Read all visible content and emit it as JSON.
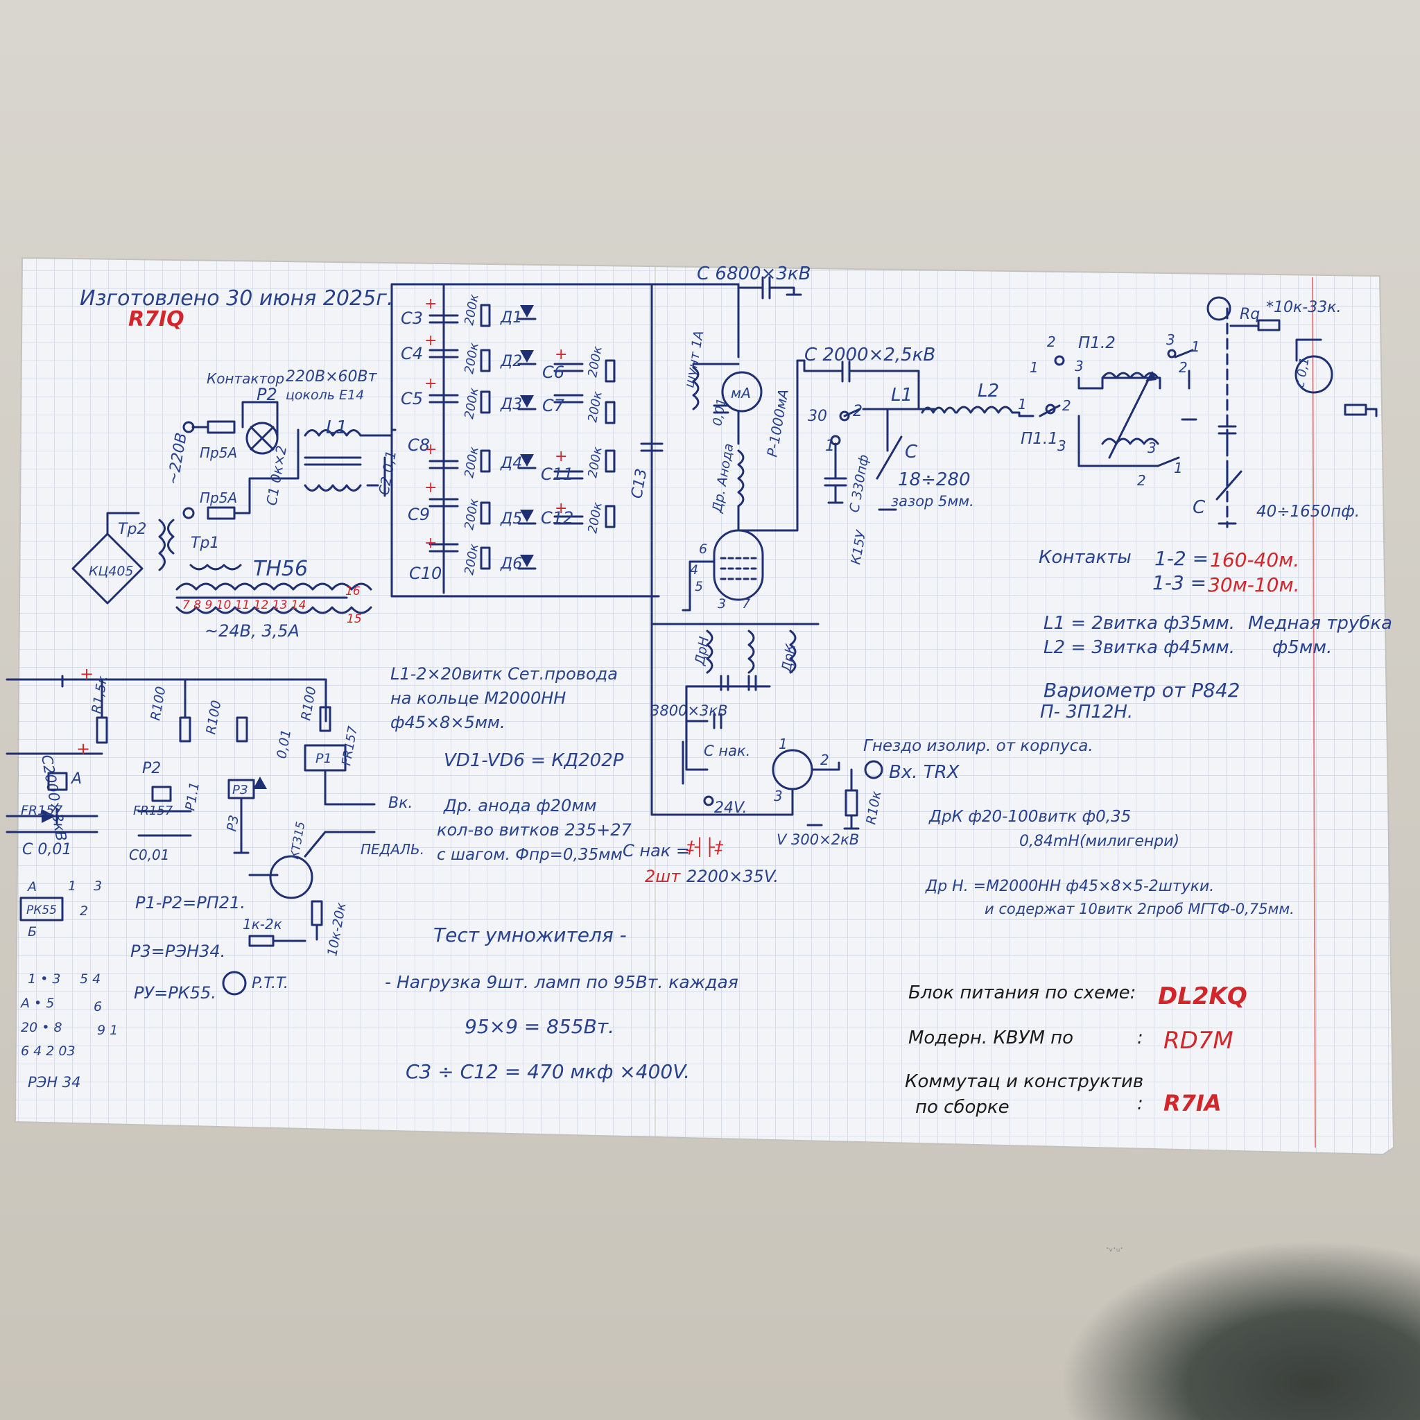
{
  "header": {
    "made_on": "Изготовлено 30 июня 2025г.",
    "author_call": "R7IQ"
  },
  "labels": {
    "contactor": "Контактор",
    "p2": "Р2",
    "lamp": "220В×60Вт",
    "socket": "цоколь Е14",
    "mains": "~220В",
    "fuse1": "Пр5А",
    "fuse2": "Пр5А",
    "tr2": "Тр2",
    "tr1": "Тр1",
    "bridge": "КЦ405",
    "transformer": "ТН56",
    "ac_out": "~24В, 3,5А",
    "c1": "С1 0к×2",
    "l1": "L1",
    "c2": "С2 0,1",
    "c3": "С3",
    "c4": "С4",
    "c5": "С5",
    "c8": "С8",
    "c9": "С9",
    "c10": "С10",
    "c6": "С6",
    "c7": "С7",
    "c11": "С11",
    "c12": "С12",
    "d1": "Д1",
    "d2": "Д2",
    "d3": "Д3",
    "d4": "Д4",
    "d5": "Д5",
    "d6": "Д6",
    "r200k": "200к",
    "c13": "С13",
    "c_top": "С 6800×3кВ",
    "shunt": "шунт 1А",
    "meter": "мА",
    "meter_cap": "0,01",
    "meter_range": "Р-1000мА",
    "anode_choke": "Др. Анода",
    "c_out": "С 2000×2,5кВ",
    "pos30": "30",
    "pos1": "1",
    "pos2": "2",
    "out_l1": "L1",
    "out_l2": "L2",
    "c_var": "С",
    "c_var_range": "18÷280",
    "c_var_gap": "зазор 5мм.",
    "c330": "С 330пф",
    "k15u": "К15У",
    "sw_p12": "П1.2",
    "sw_p11": "П1.1",
    "n1": "1",
    "n2": "2",
    "n3": "3",
    "c_load": "С",
    "c_load_range": "40÷1650пф.",
    "rq": "Rq",
    "r_trim": "*10к-33к.",
    "c_small": "с 0,1",
    "contacts_title": "Контакты",
    "contacts_12_prefix": "1-2 =",
    "contacts_12": "160-40м.",
    "contacts_13_prefix": "1-3 =",
    "contacts_13": "30м-10м.",
    "l1_spec": "L1 = 2витка ф35мм.",
    "copper": "Медная трубка",
    "l2_spec": "L2 = 3витка ф45мм.",
    "copper_d": "ф5мм.",
    "variometer": "Вариометр от Р842",
    "switch_type": "П- 3П12Н.",
    "l1_note1": "L1-2×20витк Сет.провода",
    "l1_note2": "на кольце М2000НН",
    "l1_note3": "ф45×8×5мм.",
    "vd": "VD1-VD6 = КД202Р",
    "choke1": "Др. анода ф20мм",
    "choke2": "кол-во витков 235+27",
    "choke3": "с шагом. Фпр=0,35мм",
    "cnak": "С нак =",
    "cnak2_prefix": "2шт",
    "cnak2": "2200×35V.",
    "c3800": "3800×3кВ",
    "cnak_small": "С нак.",
    "v24": "24V.",
    "cathode_choke": "ДрК",
    "dr_n": "ДрН",
    "socket_note": "Гнездо изолир. от корпуса.",
    "in_trx": "Вх. TRX",
    "v3002": "V 300×2кВ",
    "r10k": "R10к",
    "pin1": "1",
    "pin2": "2",
    "pin3": "3",
    "drk": "ДрК ф20-100витк ф0,35",
    "drk2": "0,84mH(милигенри)",
    "drn": "Др Н. =М2000НН ф45×8×5-2штуки.",
    "drn2": "и содержат 10витк 2проб МГТФ-0,75мм.",
    "c2000": "С2000×3кВ",
    "r1k5": "R1,5к",
    "c0o": "С 0,01",
    "a": "А",
    "b": "Б",
    "fr157": "FR157",
    "p2b": "Р2",
    "p11": "Р1.1",
    "r100a": "R100",
    "r100b": "R100",
    "r100c": "R100",
    "c01a": "С0,01",
    "c01b": "С0,01",
    "vk": "Вк.",
    "pedal": "ПЕДАЛЬ.",
    "kt": "КТ315",
    "r1k2k": "1к-2к",
    "r10k20k": "10к-20к",
    "ptt": "P.T.T.",
    "r2": "Р2",
    "p3": "Р3",
    "rk": "РК55",
    "relays1": "Р1-Р2=РП21.",
    "relays2": "Р3=РЭН34.",
    "relays3": "РУ=РК55.",
    "r3h": "РЭН 34",
    "pins_a": "А",
    "pins_b": "Б",
    "multiplier_title": "Тест умножителя -",
    "load": "- Нагрузка  9шт. ламп по 95Вт. каждая",
    "calc": "95×9 = 855Вт.",
    "cap_spec": "С3 ÷ С12 = 470 мкф ×400V.",
    "psu_label": "Блок питания по схеме:",
    "psu_call": "DL2KQ",
    "mod_label": "Модерн. КВУМ по",
    "mod_call": "RD7M",
    "comm_label1": "Коммутац и конструктив",
    "comm_label2": "по сборке",
    "comm_call": "R7IA"
  }
}
